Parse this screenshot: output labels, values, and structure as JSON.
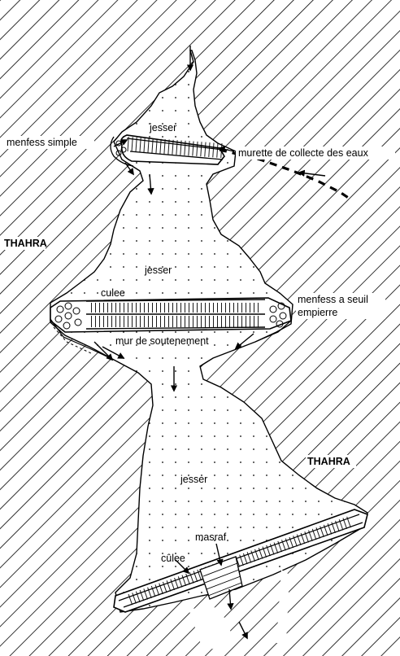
{
  "labels": {
    "jesser_top": "jesser",
    "menfess_simple": "menfess simple",
    "murette": "murette de collecte des eaux",
    "thahra_left": "THAHRA",
    "jesser_middle": "jesser",
    "culee_middle": "culee",
    "menfess_seuil_line1": "menfess a seuil",
    "menfess_seuil_line2": "empierre",
    "mur_soutenement": "mur de soutenement",
    "thahra_right": "THAHRA",
    "jesser_bottom": "jesser",
    "masraf": "masraf",
    "culee_bottom": "cûlee"
  },
  "colors": {
    "ink": "#000000",
    "paper": "#ffffff"
  }
}
